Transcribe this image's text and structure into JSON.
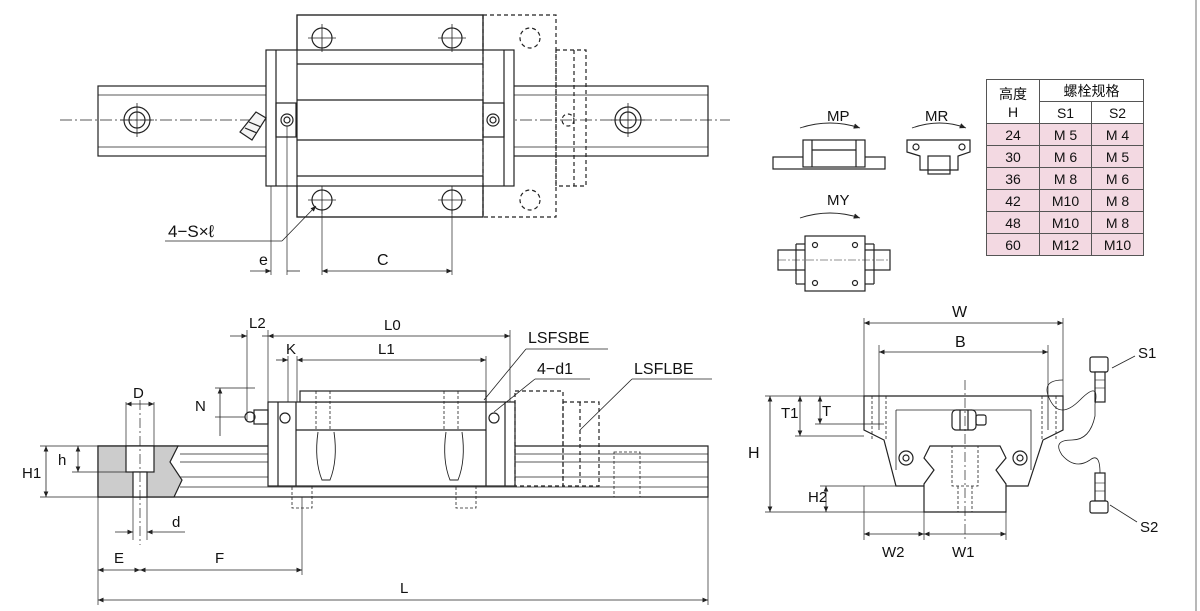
{
  "colors": {
    "line": "#222222",
    "table_fill": "#f3d9e2",
    "section_fill": "#c8c8c8",
    "body_fill": "#ffffff"
  },
  "labels": {
    "bolt_spec": "4−S×ℓ",
    "e": "e",
    "C": "C",
    "L2": "L2",
    "L0": "L0",
    "K": "K",
    "L1": "L1",
    "LSFSBE": "LSFSBE",
    "LSFLBE": "LSFLBE",
    "four_d1": "4−d1",
    "N": "N",
    "D": "D",
    "h": "h",
    "H1": "H1",
    "d": "d",
    "E": "E",
    "F": "F",
    "L": "L",
    "W": "W",
    "B": "B",
    "T1": "T1",
    "T": "T",
    "H": "H",
    "H2": "H2",
    "W2": "W2",
    "W1": "W1",
    "S1": "S1",
    "S2": "S2",
    "MP": "MP",
    "MR": "MR",
    "MY": "MY"
  },
  "table": {
    "header_height": "高度",
    "header_H": "H",
    "header_bolt": "螺栓规格",
    "header_S1": "S1",
    "header_S2": "S2",
    "rows": [
      {
        "H": "24",
        "S1": "M 5",
        "S2": "M 4"
      },
      {
        "H": "30",
        "S1": "M 6",
        "S2": "M 5"
      },
      {
        "H": "36",
        "S1": "M 8",
        "S2": "M 6"
      },
      {
        "H": "42",
        "S1": "M10",
        "S2": "M 8"
      },
      {
        "H": "48",
        "S1": "M10",
        "S2": "M 8"
      },
      {
        "H": "60",
        "S1": "M12",
        "S2": "M10"
      }
    ]
  }
}
